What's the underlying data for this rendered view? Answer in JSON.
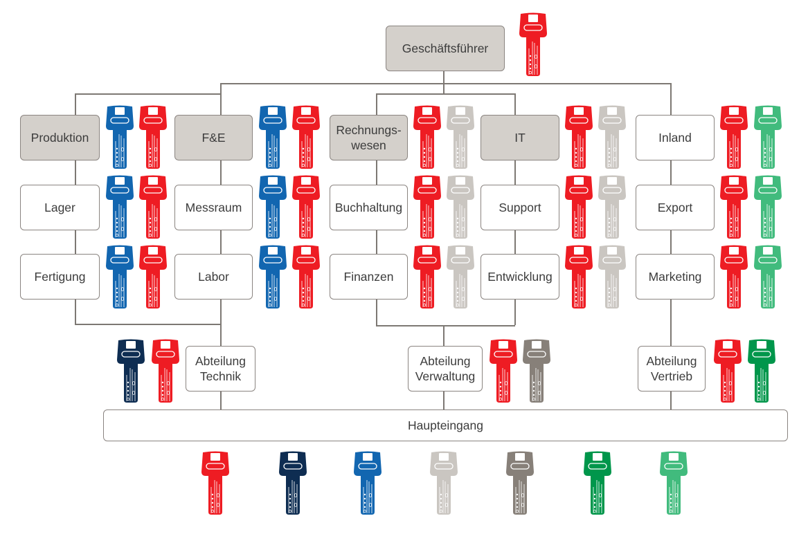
{
  "colors": {
    "red": "#ee1c23",
    "navy": "#0e2d52",
    "blue": "#1266b0",
    "lightgray": "#cac6c1",
    "darkgray": "#878079",
    "green": "#00964b",
    "lightgreen": "#41bb7d"
  },
  "boxes": {
    "ceo": "Geschäftsführer",
    "produktion": "Produktion",
    "fe": "F&E",
    "rechnungswesen": "Rechnungs-\nwesen",
    "it": "IT",
    "inland": "Inland",
    "lager": "Lager",
    "messraum": "Messraum",
    "buchhaltung": "Buchhaltung",
    "support": "Support",
    "export": "Export",
    "fertigung": "Fertigung",
    "labor": "Labor",
    "finanzen": "Finanzen",
    "entwicklung": "Entwicklung",
    "marketing": "Marketing",
    "technik": "Abteilung\nTechnik",
    "verwaltung": "Abteilung\nVerwaltung",
    "vertrieb": "Abteilung\nVertrieb",
    "haupteingang": "Haupteingang"
  },
  "keys": {
    "ceo": [
      "red"
    ],
    "produktion_column": [
      "blue",
      "red"
    ],
    "fe_column": [
      "blue",
      "red"
    ],
    "rechnungswesen_column": [
      "red",
      "lightgray"
    ],
    "it_column": [
      "red",
      "lightgray"
    ],
    "inland_column": [
      "red",
      "lightgreen"
    ],
    "technik": [
      "navy",
      "red"
    ],
    "verwaltung": [
      "red",
      "darkgray"
    ],
    "vertrieb": [
      "red",
      "green"
    ],
    "legend_row": [
      "red",
      "navy",
      "blue",
      "lightgray",
      "darkgray",
      "green",
      "lightgreen"
    ]
  }
}
